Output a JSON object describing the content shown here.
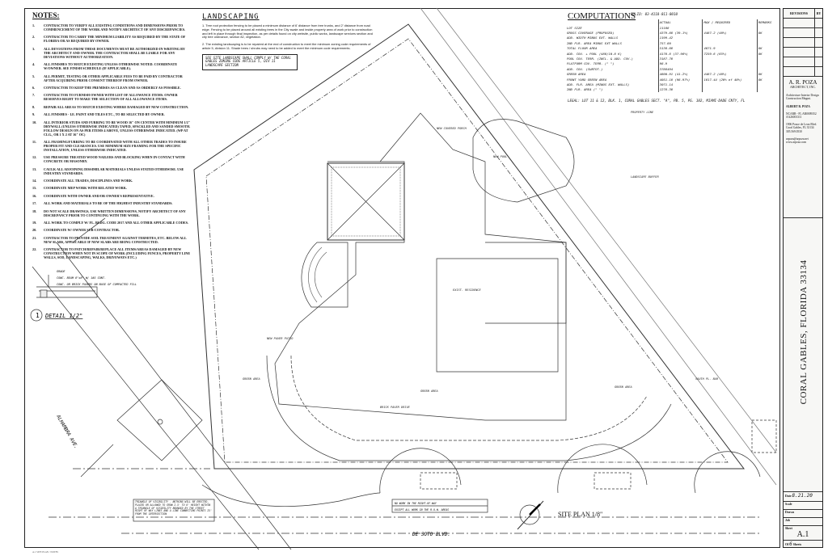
{
  "notes": {
    "title": "NOTES:",
    "items": [
      "CONTRACTOR TO VERIFY ALL EXISTING CONDITIONS AND DIMENSIONS PRIOR TO COMMENCEMENT OF THE WORK AND NOTIFY ARCHITECT OF ANY DISCREPANCIES.",
      "CONTRACTOR TO CARRY THE MINIMUM LIABILITY AS REQUIRED BY THE STATE OF FLORIDA OR AS REQUIRED BY OWNER.",
      "ALL DEVIATIONS FROM THESE DOCUMENTS MUST BE AUTHORIZED IN WRITING BY THE ARCHITECT AND OWNER. THE CONTRACTOR SHALL BE LIABLE FOR ANY DEVIATIONS WITHOUT AUTHORIZATION.",
      "ALL FINISHES TO MATCH EXISTING UNLESS OTHERWISE NOTED. COORDINATE W/OWNER. SEE FINISH SCHEDULE (IF APPLICABLE).",
      "ALL PERMIT, TESTING OR OTHER APPLICABLE FEES TO BE PAID BY CONTRACTOR AFTER ACQUIRING PRIOR CONSENT THEREOF FROM OWNER.",
      "CONTRACTOR TO KEEP THE PREMISES AS CLEAN AND AS ORDERLY AS POSSIBLE.",
      "CONTRACTOR TO FURNISH OWNER WITH LIST OF ALLOWANCE ITEMS. OWNER RESERVES RIGHT TO MAKE THE SELECTION OF ALL ALLOWANCE ITEMS.",
      "REPAIR ALL AREAS TO MATCH EXISTING WHERE DAMAGED BY NEW CONSTRUCTION.",
      "ALL FINISHES - I.E. PAINT AND TILES ETC., TO BE SELECTED BY OWNER.",
      "ALL INTERIOR STUDS AND FURRING TO BE WOOD 16\" ON CENTER WITH MINIMUM 1/2\" DRYWALL (UNLESS OTHERWISE INDICATED) TAPED, SPACKLED AND SANDED SMOOTH. FOLLOW DESIGN ON AS PER ITEMS 4 ABOVE, UNLESS OTHERWISE INDICATED. (WP AT CLG., OR 1 X 2 AT 16\" OC)",
      "ALL FRAMING/FURRING TO BE COORDINATED WITH ALL OTHER TRADES TO INSURE PROPER FIT AND CLEARANCES. USE MINIMUM SIZE FRAMING FOR THE SPECIFIC INSTALLATION, UNLESS OTHERWISE INDICATED.",
      "USE PRESSURE TREATED WOOD NAILERS AND BLOCKING WHEN IN CONTACT WITH CONCRETE OR MASONRY.",
      "CAULK ALL ADJOINING DISSIMILAR MATERIALS UNLESS STATED OTHERWISE. USE INDUSTRY STANDARDS.",
      "COORDINATE ALL TRADES, DISCIPLINES AND WORK.",
      "COORDINATE MEP WORK WITH RELATED WORK.",
      "COORDINATE WITH OWNER AND/OR OWNER'S REPRESENTATIVE.",
      "ALL WORK AND MATERIALS TO BE OF THE HIGHEST INDUSTRY STANDARDS.",
      "DO NOT SCALE DRAWINGS, USE WRITTEN DIMENSIONS, NOTIFY ARCHITECT OF ANY DISCREPANCY PRIOR TO CONTINUING WITH THE WORK.",
      "ALL WORK TO COMPLY W/ FL. BLDG. CODE 2017 AND ALL OTHER APPLICABLE CODES.",
      "COORDINATE W/ OWNER SUB-CONTRACTOR.",
      "CONTRACTOR TO PROVIDE SOIL TREATMENT AGAINST TERMITES, ETC. BELOW ALL NEW SLABS, APPLICABLE IF NEW SLABS ARE BEING CONSTRUCTED.",
      "CONTRACTOR TO PATCH/REPAIR/REPLACE ALL ITEMS/AREAS DAMAGED BY NEW CONSTRUCTION WHEN NOT IN SCOPE OF WORK (INCLUDING FENCES, PROPERTY LINE WALLS, SOD, LANDSCAPING, WALKS, DRIVEWAYS ETC.)"
    ]
  },
  "landscaping": {
    "title": "LANDSCAPING",
    "items": [
      "1. Tree root protection fencing to be placed a minimum distance of 6' distance from tree trunks, and 2' distance from road edge. Fencing to be placed around all existing trees in the City swale and inside property area of work prior to construction and left in place through final inspection, as per details found on city website, public works, landscape services section and city tree ordinance, section 82, vegetation.",
      "2. The existing landscaping is to be repaired at the end of construction to meet the minimum zoning code requirements of article 5, division 11. Shade trees / shrubs may need to be added to meet the minimum code requirements."
    ],
    "box_note": "SEE SITE LANDSCAPE SHALL COMPLY W/ THE CORAL GABLES ZONING CODE ARTICLE 5, DIV 11 LANDSCAPE SECTION"
  },
  "computations": {
    "title": "COMPUTATIONS",
    "folio": "FOLIO: 03-4118-011-0010",
    "columns": [
      "",
      "ACTUAL",
      "MAX / REQUIRED",
      "REMARKS"
    ],
    "rows": [
      [
        "LOT SIZE",
        "11168",
        "",
        ""
      ],
      [
        "GROSS COVERAGE (PROPOSED)",
        "4379.88 (39.1%)",
        "4467.2 (40%)",
        "OK"
      ],
      [
        "ADD. WIDTH MINUS EXT. WALLS",
        "1199.42",
        "",
        ""
      ],
      [
        "2ND FLR. AREA MINUS EXT WALLS",
        "757.80",
        "",
        ""
      ],
      [
        "TOTAL FLOOR AREA",
        "5136.68",
        "4871.9",
        "OK"
      ],
      [
        "ADD. COV. + POOL (486/10.6 K)",
        "4176.6 (37.98%)",
        "7259.6 (65%)",
        "OK"
      ],
      [
        "POOL COV. TERR. (INCL. & ADD. COV.)",
        "3187.76",
        "",
        ""
      ],
      [
        "PLATFORM COV. TERR. (\"  \")",
        "98.9",
        "",
        ""
      ],
      [
        "ADD. COV. (SUBTOT.)",
        "3788494",
        "",
        ""
      ],
      [
        "GREEN AREA",
        "4600.91 (41.2%)",
        "4467.2 (40%)",
        "OK"
      ],
      [
        "FRONT YARD GREEN AREA",
        "4051.16 (98.97%)",
        "1617.44 (20% of 40%)",
        "OK"
      ],
      [
        "ADD. FLR. AREA (MINUS EXT. WALLS)",
        "3071.14",
        "",
        ""
      ],
      [
        "2ND FLR. AREA (\"  \")",
        "1278.36",
        "",
        ""
      ]
    ],
    "legal": "LEGAL: LOT 11 & 12, BLK. 1, CORAL GABLES SECT. \"A\", PB. 5, PG. 102, MIAMI-DADE CNTY, FL"
  },
  "title_block": {
    "revisions_label": "REVISIONS",
    "by_label": "BY",
    "firm_name": "A. R. POZA",
    "firm_sub": "ARCHITECT, INC.",
    "services": "Architecture Interior Design Construction Mngmt.",
    "principal": "ALBERT R. POZA",
    "license": "NCARB - FL AR0009352 AA26001311",
    "address": "1906 Ponce de Leon Blvd. Coral Gables, FL 33134 305.569.0530",
    "contact": "arpoza@arpoza.net www.arpoza.com",
    "project_city": "CORAL GABLES, FLORIDA 33134",
    "date_label": "Date",
    "date_value": "8.21.20",
    "scale_label": "Scale",
    "drawn_label": "Drawn",
    "job_label": "Job",
    "sheet_label": "Sheet",
    "sheet_value": "A.1",
    "of_label": "Of",
    "of_value": "6",
    "sheets_label": "Sheets"
  },
  "plan": {
    "title": "SITE PLAN 1/8\"",
    "detail_number": "1",
    "detail_title": "DETAIL 1/2\"",
    "street_bottom": "DE SOTO BLVD.",
    "street_left": "ALHAMBRA AVE.",
    "visibility_note": "TRIANGLE OF VISIBILITY - NOTHING WILL BE ERECTED, PLACED OR ALLOWED TO GROW 2.5' TO 8' HEIGHT WITHIN A TRIANGLE OF VISIBILITY BOUNDED BY THE STREET RIGHT OF WAY LINES AND A LINE CONNECTING POINTS 25' FROM THE INTERSECTION",
    "row_note_1": "NO WORK IN THE RIGHT-OF-WAY",
    "row_note_2": "EXCEPT ALL WORK IN THE R.O.W. AREAS",
    "labels": [
      "NEW COVERED PORCH",
      "GREEN AREA",
      "GREEN AREA",
      "GREEN AREA",
      "BRICK PAVER DRIVE",
      "NEW POOL",
      "EXIST. RESIDENCE",
      "LANDSCAPE BUFFER",
      "SOUTH PL. BAR",
      "PROPERTY LINE",
      "NEW PAVER PATIO"
    ],
    "detail_labels": [
      "GRADE",
      "CONC. BEAM 8\"x8\" W/ 1#5 CONT.",
      "CONC. OR BRICK PAVERS ON BASE OF COMPACTED FILL"
    ]
  },
  "footer": "A.1 SITE PLAN / NOTES"
}
